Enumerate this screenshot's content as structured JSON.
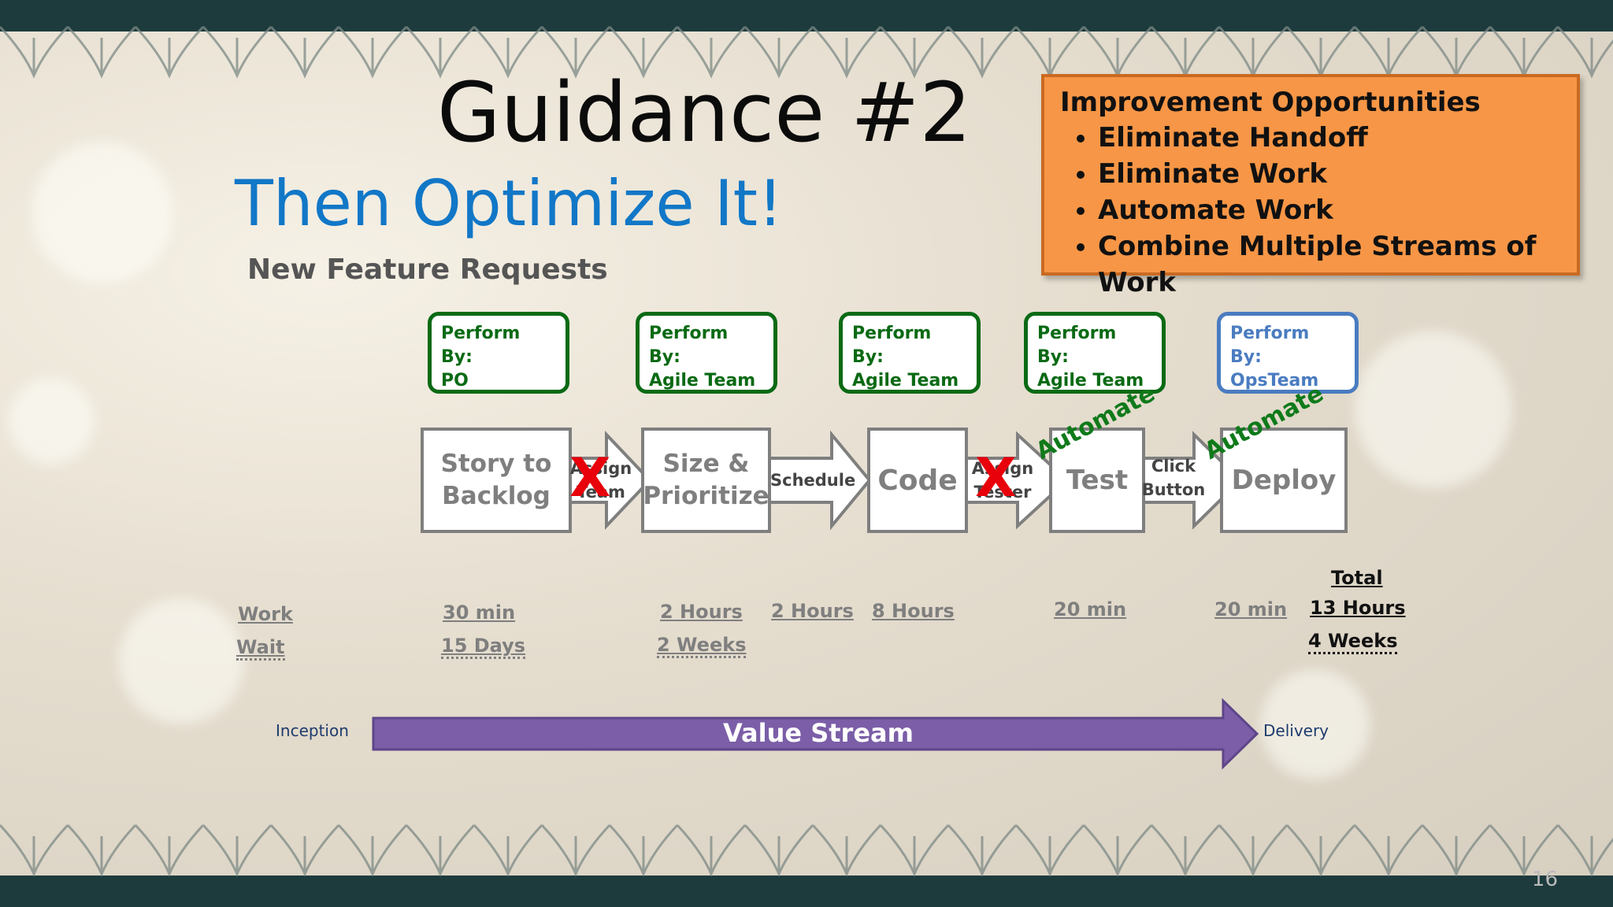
{
  "title": "Guidance #2",
  "subtitle": "Then Optimize It!",
  "section_label": "New Feature Requests",
  "improvement": {
    "heading": "Improvement Opportunities",
    "items": [
      "Eliminate Handoff",
      "Eliminate Work",
      "Automate Work",
      "Combine Multiple Streams of Work"
    ],
    "fill_color": "#f79646"
  },
  "performers": [
    {
      "label": "Perform By:",
      "who": "PO"
    },
    {
      "label": "Perform By:",
      "who": "Agile Team"
    },
    {
      "label": "Perform By:",
      "who": "Agile Team"
    },
    {
      "label": "Perform By:",
      "who": "Agile Team"
    },
    {
      "label": "Perform By:",
      "who": "OpsTeam"
    }
  ],
  "processes": [
    {
      "line1": "Story to",
      "line2": "Backlog"
    },
    {
      "line1": "Size &",
      "line2": "Prioritize"
    },
    {
      "line1": "Code",
      "line2": ""
    },
    {
      "line1": "Test",
      "line2": ""
    },
    {
      "line1": "Deploy",
      "line2": ""
    }
  ],
  "handoffs": [
    {
      "line1": "Assign",
      "line2": "Team",
      "eliminated": true
    },
    {
      "line1": "Schedule",
      "line2": "",
      "eliminated": false
    },
    {
      "line1": "Assign",
      "line2": "Tester",
      "eliminated": true
    },
    {
      "line1": "Click",
      "line2": "Button",
      "eliminated": false
    }
  ],
  "x_mark": "X",
  "automate_label": "Automate",
  "metrics": {
    "work_label": "Work",
    "wait_label": "Wait",
    "work": [
      "30 min",
      "2 Hours",
      "2 Hours",
      "8 Hours",
      "20 min",
      "20 min"
    ],
    "wait": [
      "15 Days",
      "2 Weeks"
    ],
    "total_label": "Total",
    "total_work": "13 Hours",
    "total_wait": "4 Weeks"
  },
  "value_stream": {
    "start": "Inception",
    "label": "Value Stream",
    "end": "Delivery",
    "color": "#7b5ea7"
  },
  "page_number": "16"
}
